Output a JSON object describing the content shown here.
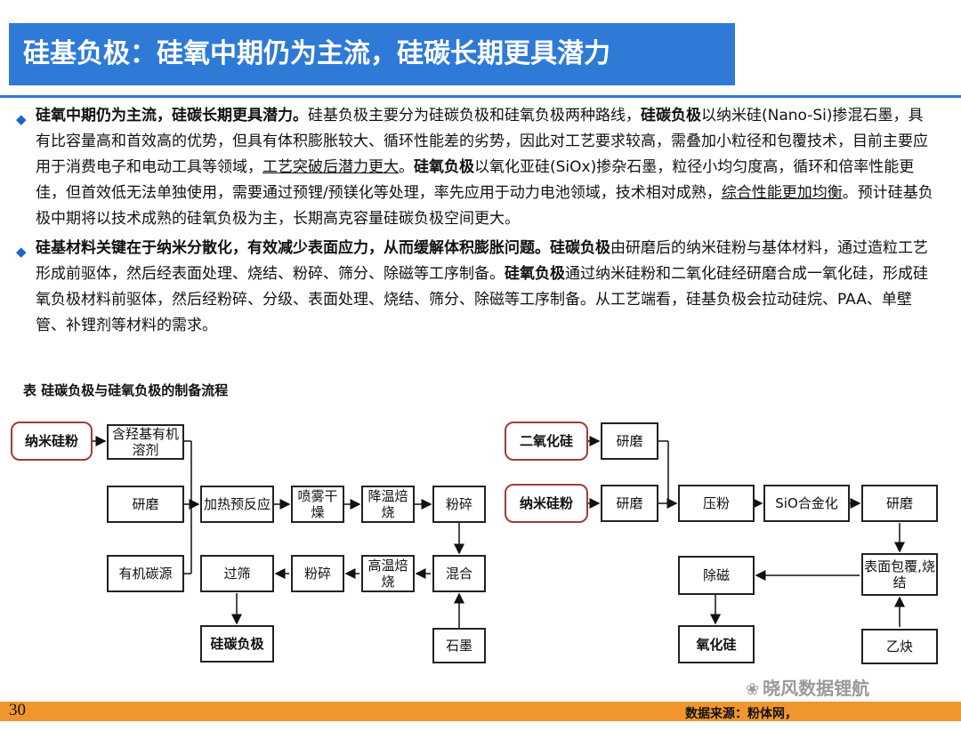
{
  "title": "硅基负极：硅氧中期仍为主流，硅碳长期更具潜力",
  "bullets": [
    {
      "segments": [
        {
          "t": "硅氧中期仍为主流，硅碳长期更具潜力。",
          "s": "b"
        },
        {
          "t": "硅基负极主要分为硅碳负极和硅氧负极两种路线，",
          "s": ""
        },
        {
          "t": "硅碳负极",
          "s": "b"
        },
        {
          "t": "以纳米硅(Nano-Si)掺混石墨，具有比容量高和首效高的优势，但具有体积膨胀较大、循环性能差的劣势，因此对工艺要求较高，需叠加小粒径和包覆技术，目前主要应用于消费电子和电动工具等领域，",
          "s": ""
        },
        {
          "t": "工艺突破后潜力更大",
          "s": "u"
        },
        {
          "t": "。",
          "s": ""
        },
        {
          "t": "硅氧负极",
          "s": "b"
        },
        {
          "t": "以氧化亚硅(SiOx)掺杂石墨，粒径小均匀度高，循环和倍率性能更佳，但首效低无法单独使用，需要通过预锂/预镁化等处理，率先应用于动力电池领域，技术相对成熟，",
          "s": ""
        },
        {
          "t": "综合性能更加均衡",
          "s": "u"
        },
        {
          "t": "。预计硅基负极中期将以技术成熟的硅氧负极为主，长期高克容量硅碳负极空间更大。",
          "s": ""
        }
      ]
    },
    {
      "segments": [
        {
          "t": "硅基材料关键在于纳米分散化，有效减少表面应力，从而缓解体积膨胀问题。",
          "s": "b"
        },
        {
          "t": "硅碳负极",
          "s": "b"
        },
        {
          "t": "由研磨后的纳米硅粉与基体材料，通过造粒工艺形成前驱体，然后经表面处理、烧结、粉碎、筛分、除磁等工序制备。",
          "s": ""
        },
        {
          "t": "硅氧负极",
          "s": "b"
        },
        {
          "t": "通过纳米硅粉和二氧化硅经研磨合成一氧化硅，形成硅氧负极材料前驱体，然后经粉碎、分级、表面处理、烧结、筛分、除磁等工序制备。从工艺端看，硅基负极会拉动硅烷、PAA、单壁管、补锂剂等材料的需求。",
          "s": ""
        }
      ]
    }
  ],
  "table_caption": "表 硅碳负极与硅氧负极的制备流程",
  "flow_left": {
    "nano_si": "纳米硅粉",
    "solvent": "含羟基有机溶剂",
    "grind": "研磨",
    "carbon_src": "有机碳源",
    "preheat": "加热预反应",
    "spray_dry": "喷雾干燥",
    "low_sinter": "降温焙烧",
    "crush1": "粉碎",
    "mix": "混合",
    "graphite": "石墨",
    "high_sinter": "高温焙烧",
    "crush2": "粉碎",
    "sieve": "过筛",
    "product": "硅碳负极"
  },
  "flow_right": {
    "sio2": "二氧化硅",
    "nano_si": "纳米硅粉",
    "grind1": "研磨",
    "grind2": "研磨",
    "press": "压粉",
    "sio_alloy": "SiO合金化",
    "grind3": "研磨",
    "coating": "表面包覆,烧结",
    "demag": "除磁",
    "product": "氧化硅",
    "acetylene": "乙炔"
  },
  "watermark": "晓风数据锂航",
  "watermark_icon": "wechat-icon",
  "page_number": "30",
  "source": "数据来源：粉体网，"
}
